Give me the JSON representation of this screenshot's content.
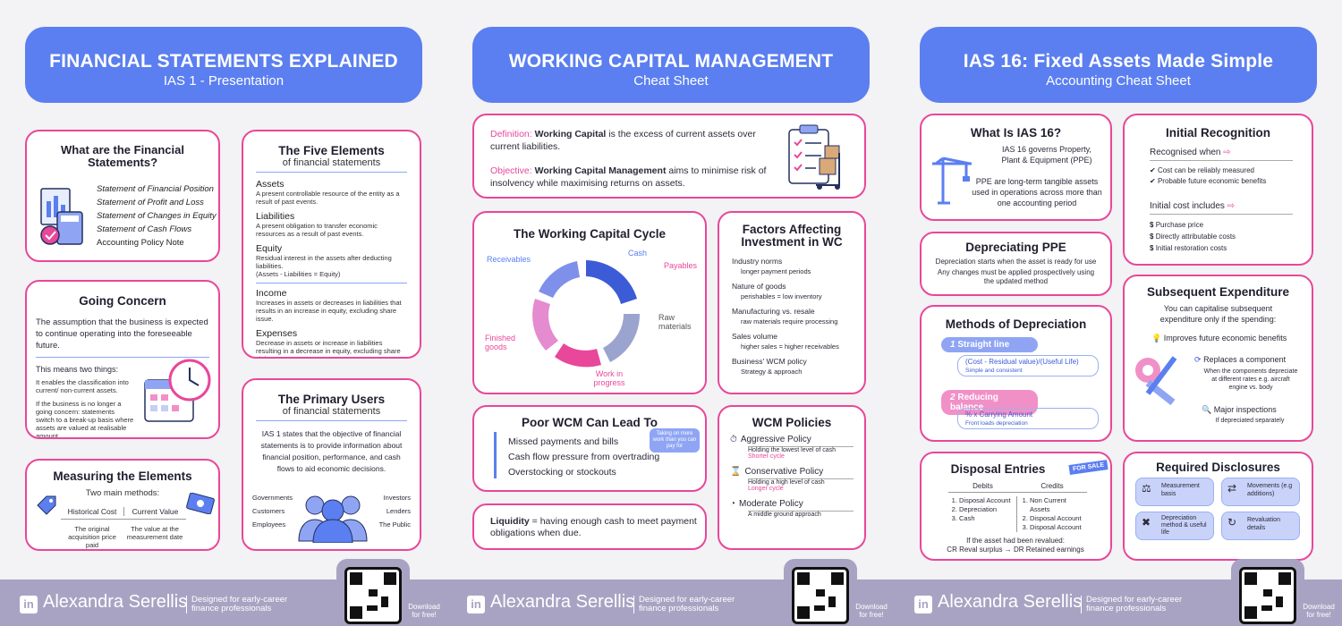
{
  "footer": {
    "name": "Alexandra Serellis",
    "tagline": "Designed for early-career finance professionals",
    "download": "Download for free!",
    "linkedin": "in"
  },
  "fs": {
    "title": "FINANCIAL STATEMENTS EXPLAINED",
    "subtitle": "IAS 1 - Presentation",
    "what": {
      "title": "What are the Financial Statements?",
      "items": [
        "Statement of Financial Position",
        "Statement of Profit and Loss",
        "Statement of Changes in Equity",
        "Statement of Cash Flows",
        "Accounting Policy Note"
      ]
    },
    "five": {
      "title": "The Five Elements",
      "subtitle": "of financial statements",
      "assets_h": "Assets",
      "assets_t": "A present controllable resource of the entity as a result of past events.",
      "liab_h": "Liabilities",
      "liab_t": "A present obligation to transfer economic resources as a result of past events.",
      "eq_h": "Equity",
      "eq_t": "Residual interest in the assets after deducting liabilities.",
      "eq_f": "(Assets - Liabilities = Equity)",
      "inc_h": "Income",
      "inc_t": "Increases in assets or decreases in liabilities that results in an increase in equity, excluding share issue.",
      "exp_h": "Expenses",
      "exp_t": "Decrease in assets or increase in liabilities resulting in a decrease in equity, excluding share claims."
    },
    "gc": {
      "title": "Going Concern",
      "def": "The assumption that the business is expected to continue operating into the foreseeable future.",
      "two": "This means two things:",
      "p1": "It enables the classification into current/ non-current assets.",
      "p2": "If the business is no longer a going concern: statements switch to a break-up basis where assets are valued at realisable amount."
    },
    "pu": {
      "title": "The Primary Users",
      "subtitle": "of financial statements",
      "text": "IAS 1 states that the objective of financial statements is to provide information about financial position, performance, and cash flows to aid economic decisions.",
      "left": [
        "Governments",
        "Customers",
        "Employees"
      ],
      "right": [
        "Investors",
        "Lenders",
        "The Public"
      ]
    },
    "me": {
      "title": "Measuring the Elements",
      "sub": "Two main methods:",
      "h1": "Historical Cost",
      "h2": "Current Value",
      "t1": "The original acquisition price paid",
      "t2": "The value at the measurement date"
    }
  },
  "wc": {
    "title": "WORKING CAPITAL MANAGEMENT",
    "subtitle": "Cheat Sheet",
    "def_l": "Definition:",
    "def_b": "Working Capital",
    "def_t": "is the excess of current assets over current liabilities.",
    "obj_l": "Objective:",
    "obj_b": "Working Capital Management",
    "obj_t": "aims to minimise risk of insolvency while maximising returns on assets.",
    "cycle": {
      "title": "The Working Capital Cycle",
      "cash": "Cash",
      "payables": "Payables",
      "raw": "Raw materials",
      "wip": "Work in progress",
      "fg": "Finished goods",
      "rec": "Receivables"
    },
    "factors": {
      "title": "Factors Affecting Investment in WC",
      "items": [
        {
          "h": "Industry norms",
          "t": "longer payment periods"
        },
        {
          "h": "Nature of goods",
          "t": "perishables = low inventory"
        },
        {
          "h": "Manufacturing vs. resale",
          "t": "raw materials require processing"
        },
        {
          "h": "Sales volume",
          "t": "higher sales = higher receivables"
        },
        {
          "h": "Business' WCM policy",
          "t": "Strategy & approach"
        }
      ]
    },
    "poor": {
      "title": "Poor WCM Can Lead To",
      "items": [
        "Missed payments and bills",
        "Cash flow pressure from overtrading",
        "Overstocking or stockouts"
      ],
      "note": "Taking on more work than you can pay for"
    },
    "policies": {
      "title": "WCM Policies",
      "items": [
        {
          "h": "Aggressive Policy",
          "t": "Holding the lowest level of cash",
          "c": "Shorter cycle"
        },
        {
          "h": "Conservative Policy",
          "t": "Holding a high level of cash",
          "c": "Longer cycle"
        },
        {
          "h": "Moderate Policy",
          "t": "A middle ground approach",
          "c": ""
        }
      ]
    },
    "liq": {
      "b": "Liquidity",
      "t": "= having enough cash to meet payment obligations when due."
    }
  },
  "ias": {
    "title": "IAS 16: Fixed Assets Made Simple",
    "subtitle": "Accounting Cheat Sheet",
    "what": {
      "title": "What Is IAS 16?",
      "t1": "IAS 16 governs Property, Plant & Equipment (PPE)",
      "t2": "PPE are long-term tangible assets used in operations across more than one accounting period"
    },
    "ir": {
      "title": "Initial Recognition",
      "rw": "Recognised when",
      "r": [
        "Cost can be reliably measured",
        "Probable future economic benefits"
      ],
      "ic": "Initial cost includes",
      "c": [
        "Purchase price",
        "Directly attributable costs",
        "Initial restoration costs"
      ]
    },
    "dep": {
      "title": "Depreciating PPE",
      "t1": "Depreciation starts when the asset is ready for use",
      "t2": "Any changes must be applied prospectively using the updated method"
    },
    "se": {
      "title": "Subsequent Expenditure",
      "t": "You can capitalise subsequent expenditure only if the spending:",
      "a": "Improves future economic benefits",
      "b": "Replaces a component",
      "bs": "When the components depreciate at different rates e.g. aircraft engine vs. body",
      "c": "Major inspections",
      "cs": "If depreciated separately"
    },
    "md": {
      "title": "Methods of Depreciation",
      "m1": "Straight line",
      "m1f": "(Cost - Residual value)/(Useful Life)",
      "m1n": "Simple and consistent",
      "m2": "Reducing balance",
      "m2f": "% x Carrying Amount",
      "m2n": "Front loads depreciation",
      "n1": "1",
      "n2": "2"
    },
    "disp": {
      "title": "Disposal Entries",
      "sale": "FOR SALE",
      "dh": "Debits",
      "ch": "Credits",
      "d": [
        "Disposal Account",
        "Depreciation",
        "Cash"
      ],
      "c": [
        "Non Current Assets",
        "Disposal Account",
        "Disposal Account"
      ],
      "note": "If the asset had been revalued:",
      "note2": "CR Reval surplus → DR Retained earnings"
    },
    "rd": {
      "title": "Required Disclosures",
      "items": [
        "Measurement basis",
        "Movements (e.g additions)",
        "Depreciation method & useful life",
        "Revaluation details"
      ]
    }
  }
}
